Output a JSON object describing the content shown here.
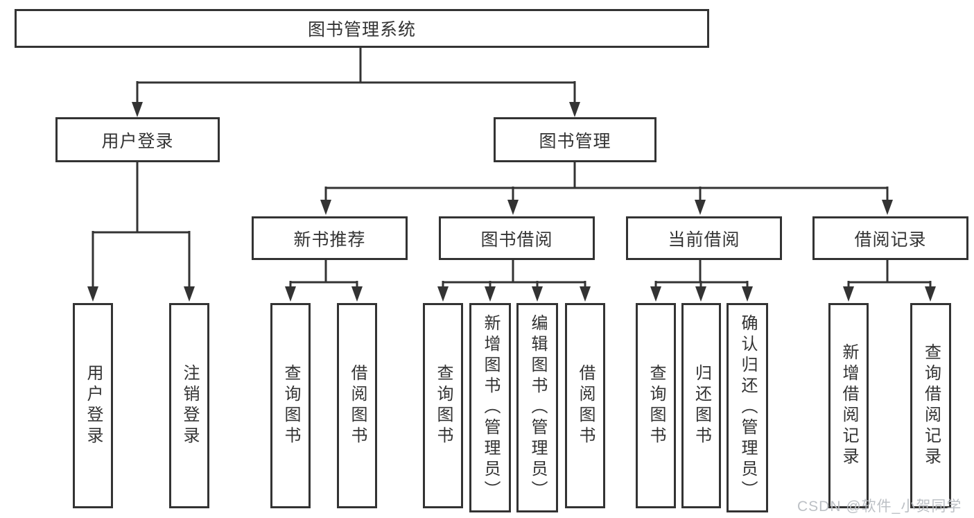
{
  "diagram": {
    "root": {
      "label": "图书管理系统"
    },
    "level2": [
      {
        "label": "用户登录"
      },
      {
        "label": "图书管理"
      }
    ],
    "level3": [
      {
        "label": "新书推荐"
      },
      {
        "label": "图书借阅"
      },
      {
        "label": "当前借阅"
      },
      {
        "label": "借阅记录"
      }
    ],
    "leaves": [
      {
        "label": "用户登录"
      },
      {
        "label": "注销登录"
      },
      {
        "label": "查询图书"
      },
      {
        "label": "借阅图书"
      },
      {
        "label": "查询图书"
      },
      {
        "label": "新增图书（管理员）"
      },
      {
        "label": "编辑图书（管理员）"
      },
      {
        "label": "借阅图书"
      },
      {
        "label": "查询图书"
      },
      {
        "label": "归还图书"
      },
      {
        "label": "确认归还（管理员）"
      },
      {
        "label": "新增借阅记录"
      },
      {
        "label": "查询借阅记录"
      }
    ],
    "watermark": "CSDN @软件_小贺同学",
    "colors": {
      "line": "#333333",
      "text": "#333333",
      "background": "#ffffff",
      "watermark": "#b9bdc2"
    }
  }
}
